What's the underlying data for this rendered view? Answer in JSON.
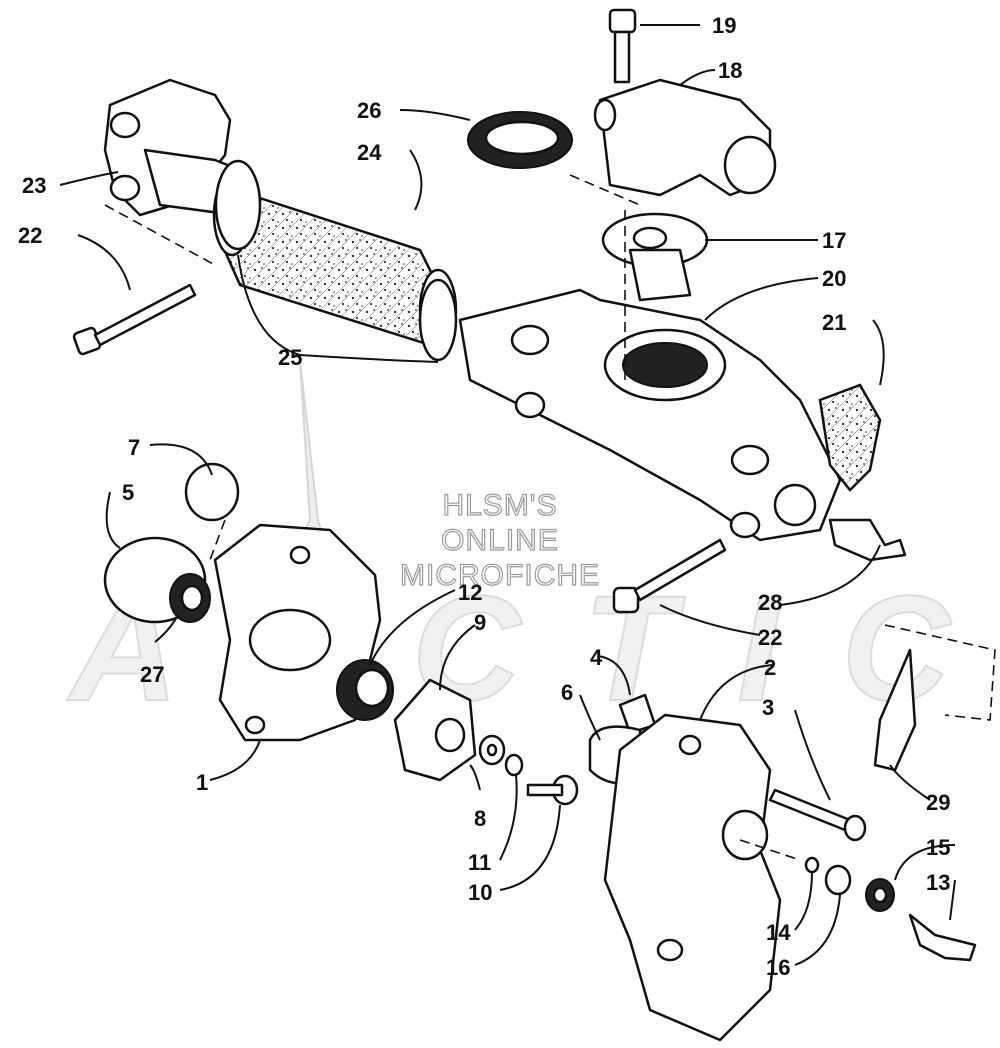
{
  "watermark": {
    "line1": "HLSM'S",
    "line2": "ONLINE",
    "line3": "MICROFICHE"
  },
  "callouts": [
    {
      "id": "c19",
      "text": "19"
    },
    {
      "id": "c18",
      "text": "18"
    },
    {
      "id": "c26",
      "text": "26"
    },
    {
      "id": "c24",
      "text": "24"
    },
    {
      "id": "c23",
      "text": "23"
    },
    {
      "id": "c22a",
      "text": "22"
    },
    {
      "id": "c17",
      "text": "17"
    },
    {
      "id": "c20",
      "text": "20"
    },
    {
      "id": "c21",
      "text": "21"
    },
    {
      "id": "c25",
      "text": "25"
    },
    {
      "id": "c7",
      "text": "7"
    },
    {
      "id": "c5",
      "text": "5"
    },
    {
      "id": "c12",
      "text": "12"
    },
    {
      "id": "c9",
      "text": "9"
    },
    {
      "id": "c28",
      "text": "28"
    },
    {
      "id": "c22b",
      "text": "22"
    },
    {
      "id": "c27",
      "text": "27"
    },
    {
      "id": "c4",
      "text": "4"
    },
    {
      "id": "c2",
      "text": "2"
    },
    {
      "id": "c6",
      "text": "6"
    },
    {
      "id": "c3",
      "text": "3"
    },
    {
      "id": "c1",
      "text": "1"
    },
    {
      "id": "c29",
      "text": "29"
    },
    {
      "id": "c8",
      "text": "8"
    },
    {
      "id": "c15",
      "text": "15"
    },
    {
      "id": "c11",
      "text": "11"
    },
    {
      "id": "c13",
      "text": "13"
    },
    {
      "id": "c10",
      "text": "10"
    },
    {
      "id": "c14",
      "text": "14"
    },
    {
      "id": "c16",
      "text": "16"
    }
  ]
}
